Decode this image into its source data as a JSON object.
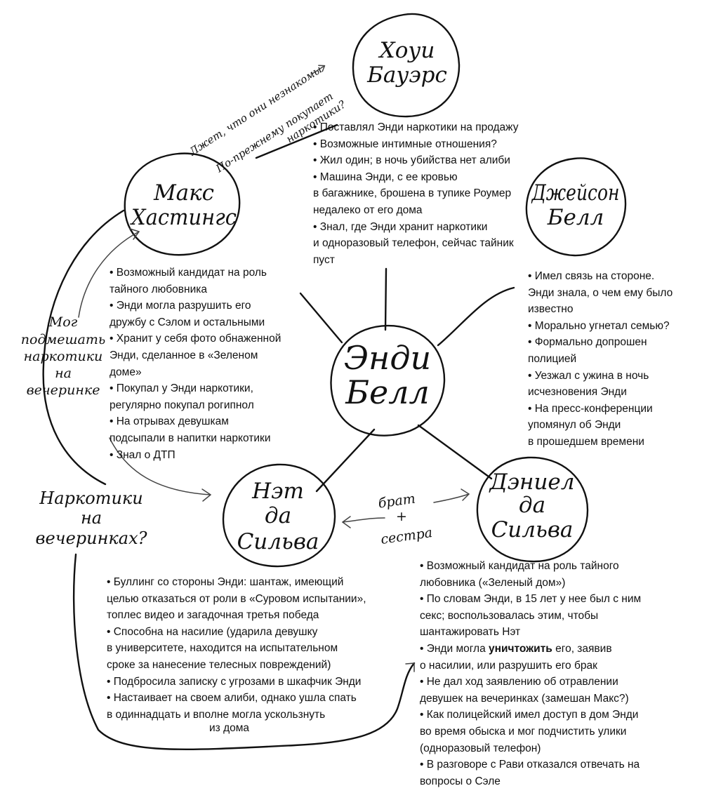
{
  "nodes": {
    "center": [
      "Энди",
      "Белл"
    ],
    "hogie": [
      "Хоуи",
      "Бауэрс"
    ],
    "max": [
      "Макс",
      "Хастингс"
    ],
    "jason": [
      "Джейсон",
      "Белл"
    ],
    "nat": [
      "Нэт",
      "да",
      "Сильва"
    ],
    "daniel": [
      "Дэниел",
      "да",
      "Сильва"
    ]
  },
  "annotations": {
    "max_hogie": [
      "Лжет, что они незнакомы",
      "По-прежнему покупает",
      "наркотики?"
    ],
    "max_planted": [
      "Мог",
      "подмешать",
      "наркотики",
      "на",
      "вечеринке"
    ],
    "party_drugs": [
      "Наркотики",
      "на",
      "вечеринках?"
    ],
    "siblings": [
      "брат",
      "+",
      "сестра"
    ]
  },
  "facts": {
    "hogie": [
      "Поставлял Энди наркотики на продажу",
      "Возможные интимные отношения?",
      "Жил один; в ночь убийства нет алиби",
      "Машина Энди, с ее кровью\nв багажнике, брошена в тупике Роумер\nнедалеко от его дома",
      "Знал, где Энди хранит наркотики\nи одноразовый телефон, сейчас тайник\nпуст"
    ],
    "max": [
      "Возможный кандидат на роль\nтайного любовника",
      "Энди могла разрушить его\nдружбу с Сэлом и остальными",
      "Хранит у себя фото обнаженной\nЭнди, сделанное в «Зеленом\nдоме»",
      "Покупал у Энди наркотики,\nрегулярно покупал рогипнол",
      "На отрывах девушкам\nподсыпали в напитки наркотики",
      "Знал о ДТП"
    ],
    "jason": [
      "Имел связь на стороне.\nЭнди знала, о чем ему было\nизвестно",
      "Морально угнетал семью?",
      "Формально допрошен\nполицией",
      "Уезжал с ужина в ночь\nисчезновения Энди",
      "На пресс-конференции\nупомянул об Энди\nв прошедшем времени"
    ],
    "nat": [
      "Буллинг со стороны Энди: шантаж, имеющий\nцелью отказаться от роли в «Суровом испытании»,\nтоплес видео и загадочная третья победа",
      "Способна на насилие (ударила девушку\nв университете, находится на испытательном\nсроке за нанесение телесных повреждений)",
      "Подбросила записку с угрозами в шкафчик Энди",
      "Настаивает на своем алиби, однако ушла спать\nв одиннадцать и вполне могла ускользнуть"
    ],
    "nat_tail": "из дома",
    "daniel": {
      "item1": "Возможный кандидат на роль тайного\nлюбовника («Зеленый дом»)",
      "item2": "По словам Энди, в 15 лет у нее был с ним\nсекс; воспользовалась этим, чтобы\nшантажировать Нэт",
      "item3_pre": "Энди могла ",
      "item3_bold": "уничтожить",
      "item3_post": " его, заявив\nо насилии, или разрушить его брак",
      "item4": "Не дал ход заявлению об отравлении\nдевушек на вечеринках (замешан Макс?)",
      "item5": "Как полицейский имел доступ в дом Энди\nво время обыска и мог подчистить улики\n(одноразовый телефон)",
      "item6": "В разговоре с Рави отказался отвечать на\nвопросы о Сэле"
    }
  }
}
